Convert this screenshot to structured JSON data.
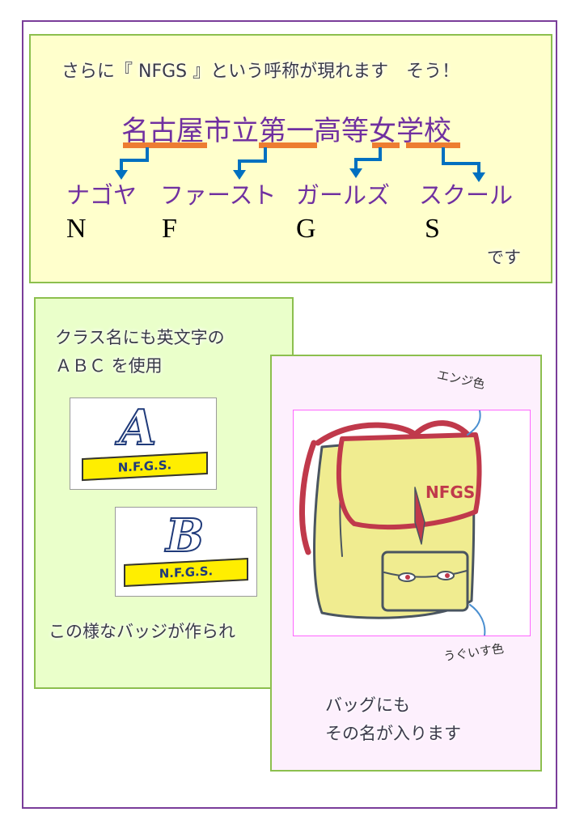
{
  "top": {
    "intro": "さらに『 NFGS 』という呼称が現れます　そう！",
    "school_name": "名古屋市立第一高等女学校",
    "readings": [
      "ナゴヤ",
      "ファースト",
      "ガールズ",
      "スクール"
    ],
    "letters": [
      "N",
      "F",
      "G",
      "S"
    ],
    "suffix": "です"
  },
  "left": {
    "line1": "クラス名にも英文字の",
    "line2": "ＡＢＣ を使用",
    "badges": [
      {
        "letter": "A",
        "label": "N.F.G.S."
      },
      {
        "letter": "B",
        "label": "N.F.G.S."
      }
    ],
    "caption": "この様なバッジが作られ"
  },
  "right": {
    "label_strap": "エンジ色",
    "label_body": "うぐいす色",
    "bag_text": "NFGS",
    "caption1": "バッグにも",
    "caption2": "その名が入ります"
  },
  "colors": {
    "purple": "#7030a0",
    "orange": "#ed7d31",
    "blue": "#0070c0",
    "engi": "#c0394b",
    "uguisu": "#f0ec90"
  }
}
